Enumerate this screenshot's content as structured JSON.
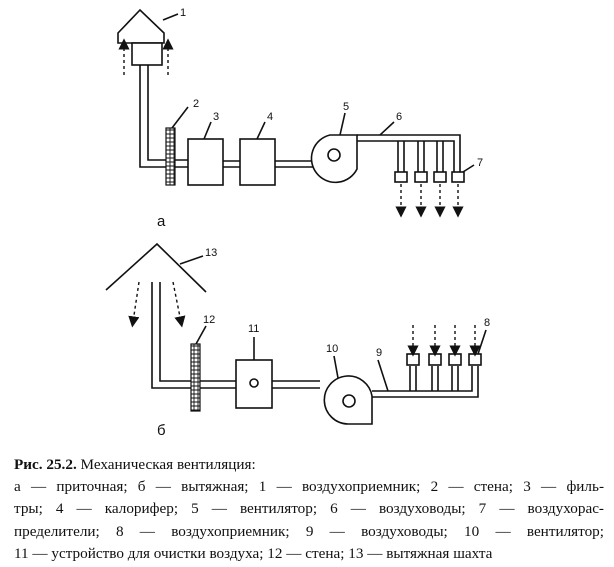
{
  "labels": {
    "n1": "1",
    "n2": "2",
    "n3": "3",
    "n4": "4",
    "n5": "5",
    "n6": "6",
    "n7": "7",
    "n8": "8",
    "n9": "9",
    "n10": "10",
    "n11": "11",
    "n12": "12",
    "n13": "13",
    "sub_a": "а",
    "sub_b": "б"
  },
  "caption": {
    "fig_label": "Рис. 25.2.",
    "fig_title": " Механическая вентиляция:",
    "lines": [
      "а — приточная; б — вытяжная; 1 — воздухоприемник; 2 — стена; 3 — филь-",
      "тры; 4 — калорифер; 5 — вентилятор; 6 — воздуховоды; 7 — воздухорас-",
      "пределители; 8 — воздухоприемник; 9 — воздуховоды; 10 — вентилятор;",
      "11 — устройство для очистки воздуха; 12 — стена; 13 — вытяжная шахта"
    ]
  }
}
